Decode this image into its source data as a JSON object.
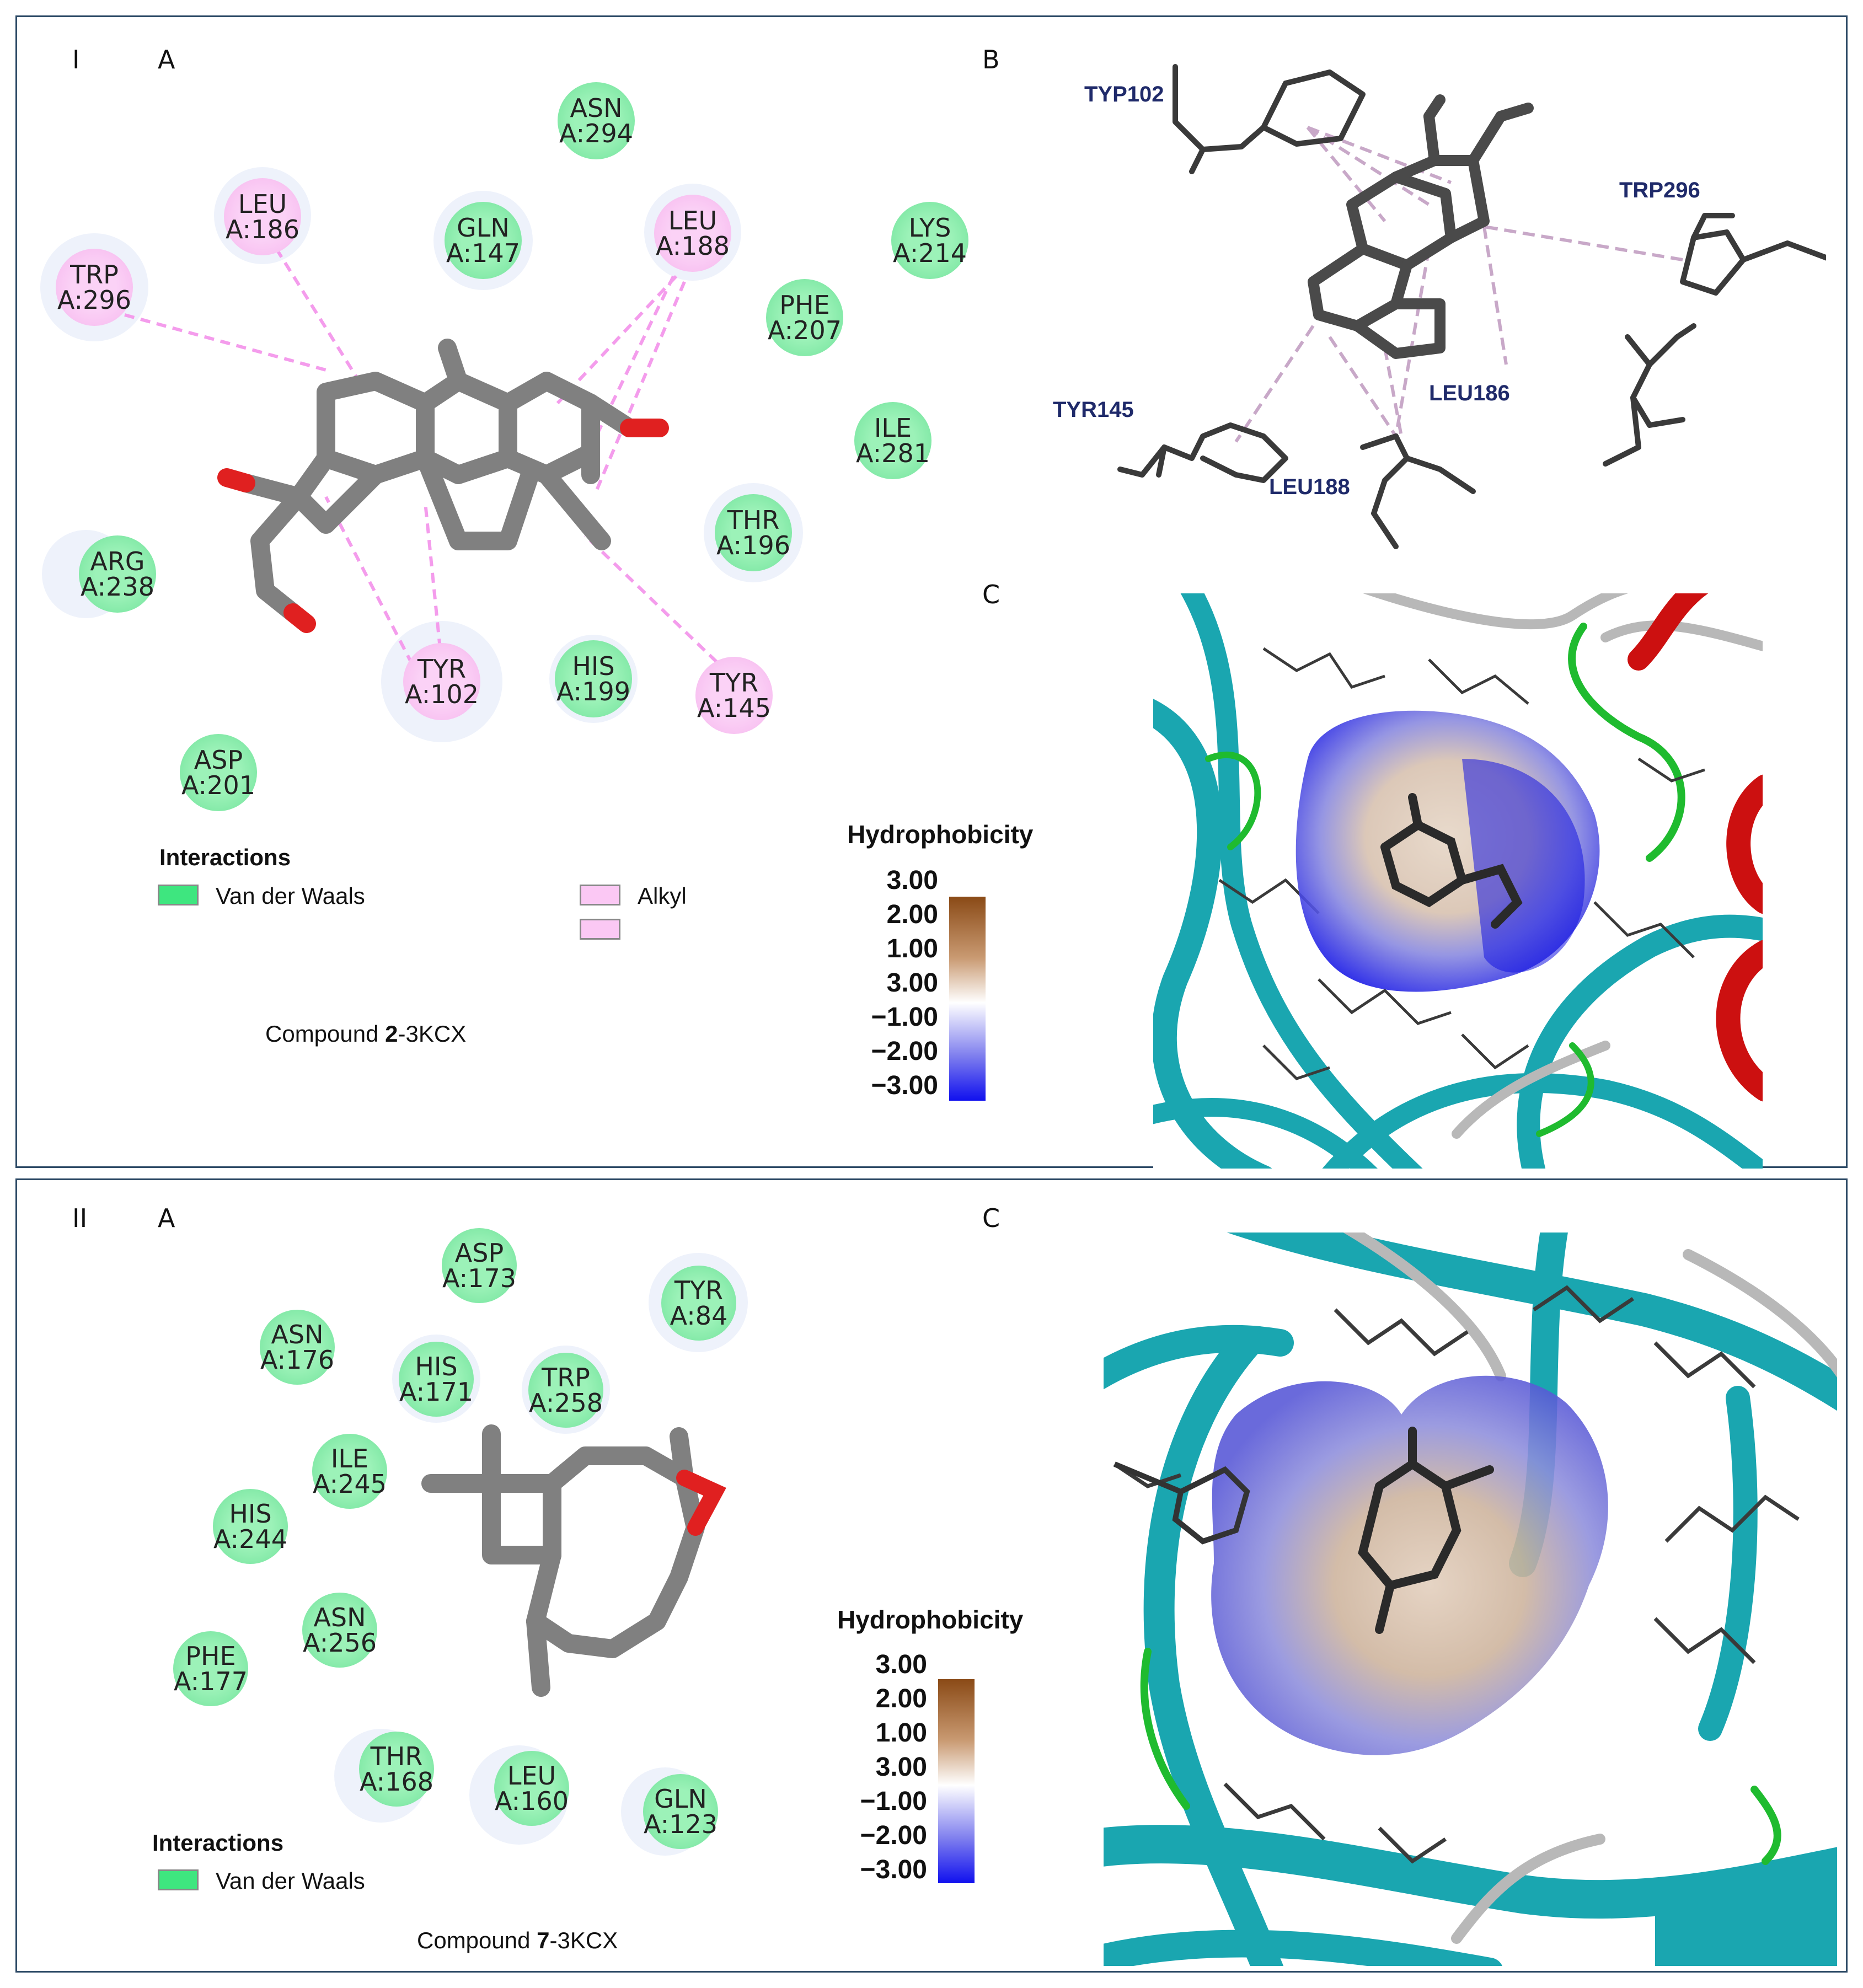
{
  "panel_I": {
    "roman": "I",
    "A": {
      "letter": "A",
      "residues": [
        {
          "name": "ASN",
          "id": "A:294",
          "type": "vdw"
        },
        {
          "name": "LEU",
          "id": "A:186",
          "type": "alkyl"
        },
        {
          "name": "GLN",
          "id": "A:147",
          "type": "vdw"
        },
        {
          "name": "LEU",
          "id": "A:188",
          "type": "alkyl"
        },
        {
          "name": "LYS",
          "id": "A:214",
          "type": "vdw"
        },
        {
          "name": "TRP",
          "id": "A:296",
          "type": "alkyl"
        },
        {
          "name": "PHE",
          "id": "A:207",
          "type": "vdw"
        },
        {
          "name": "ILE",
          "id": "A:281",
          "type": "vdw"
        },
        {
          "name": "THR",
          "id": "A:196",
          "type": "vdw"
        },
        {
          "name": "ARG",
          "id": "A:238",
          "type": "vdw"
        },
        {
          "name": "TYR",
          "id": "A:102",
          "type": "alkyl"
        },
        {
          "name": "HIS",
          "id": "A:199",
          "type": "vdw"
        },
        {
          "name": "TYR",
          "id": "A:145",
          "type": "alkyl"
        },
        {
          "name": "ASP",
          "id": "A:201",
          "type": "vdw"
        }
      ],
      "legend": {
        "title": "Interactions",
        "items": [
          "Van der Waals",
          "Alkyl"
        ]
      },
      "caption": {
        "prefix": "Compound ",
        "bold": "2",
        "suffix": "-3KCX"
      }
    },
    "B": {
      "letter": "B",
      "labels": [
        "TYP102",
        "TRP296",
        "TYR145",
        "LEU186",
        "LEU188"
      ]
    },
    "C": {
      "letter": "C",
      "hydrophobicity": {
        "title": "Hydrophobicity",
        "ticks": [
          "3.00",
          "2.00",
          "1.00",
          "3.00",
          "−1.00",
          "−2.00",
          "−3.00"
        ]
      }
    }
  },
  "panel_II": {
    "roman": "II",
    "A": {
      "letter": "A",
      "residues": [
        {
          "name": "ASP",
          "id": "A:173",
          "type": "vdw"
        },
        {
          "name": "TYR",
          "id": "A:84",
          "type": "vdw"
        },
        {
          "name": "ASN",
          "id": "A:176",
          "type": "vdw"
        },
        {
          "name": "HIS",
          "id": "A:171",
          "type": "vdw"
        },
        {
          "name": "TRP",
          "id": "A:258",
          "type": "vdw"
        },
        {
          "name": "ILE",
          "id": "A:245",
          "type": "vdw"
        },
        {
          "name": "HIS",
          "id": "A:244",
          "type": "vdw"
        },
        {
          "name": "ASN",
          "id": "A:256",
          "type": "vdw"
        },
        {
          "name": "PHE",
          "id": "A:177",
          "type": "vdw"
        },
        {
          "name": "THR",
          "id": "A:168",
          "type": "vdw"
        },
        {
          "name": "LEU",
          "id": "A:160",
          "type": "vdw"
        },
        {
          "name": "GLN",
          "id": "A:123",
          "type": "vdw"
        }
      ],
      "legend": {
        "title": "Interactions",
        "items": [
          "Van der Waals"
        ]
      },
      "caption": {
        "prefix": "Compound ",
        "bold": "7",
        "suffix": "-3KCX"
      }
    },
    "C": {
      "letter": "C",
      "hydrophobicity": {
        "title": "Hydrophobicity",
        "ticks": [
          "3.00",
          "2.00",
          "1.00",
          "3.00",
          "−1.00",
          "−2.00",
          "−3.00"
        ]
      }
    }
  },
  "colors": {
    "vdw": "#6fe29a",
    "alkyl": "#f6b6ee",
    "frame": "#2d4a66",
    "ligand": "#808080",
    "oxygen": "#e02020",
    "ribbon": "#1aa6b0"
  }
}
